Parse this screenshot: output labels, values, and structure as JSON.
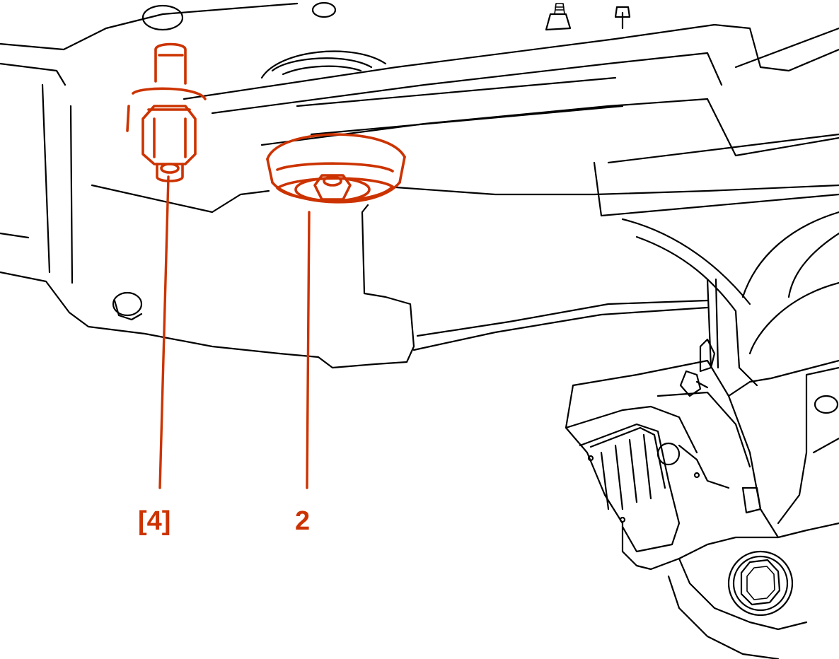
{
  "callouts": [
    {
      "id": "4",
      "text": "[4]"
    },
    {
      "id": "2",
      "text": "2"
    }
  ],
  "colors": {
    "highlight": "#cc3300",
    "line": "#000000",
    "background": "#ffffff"
  }
}
